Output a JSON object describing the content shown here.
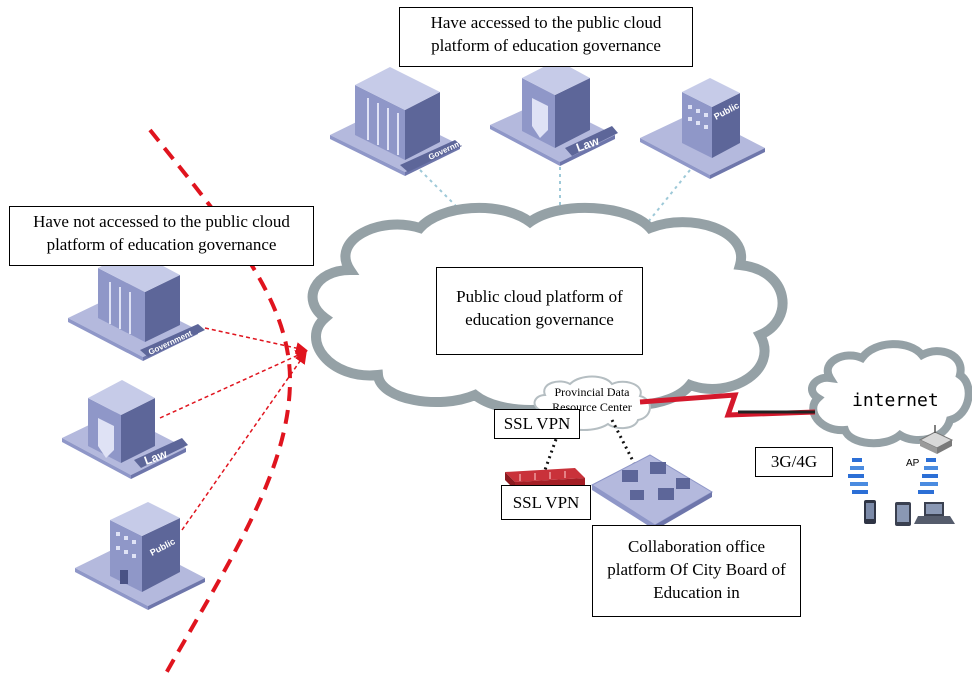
{
  "labels": {
    "accessed": "Have accessed to the public cloud platform of education governance",
    "not_accessed": "Have not accessed to the public cloud platform of education governance",
    "public_cloud": "Public cloud platform of education governance",
    "provincial_dc": "Provincial Data Resource Center",
    "ssl_vpn_top": "SSL VPN",
    "ssl_vpn_bottom": "SSL VPN",
    "internet": "internet",
    "mobile": "3G/4G",
    "city_platform": "Collaboration office platform Of City Board of Education in",
    "ap": "AP"
  },
  "building_signs": {
    "government": "Government",
    "law": "Law",
    "public": "Public"
  },
  "colors": {
    "building_face": "#8f97c8",
    "building_side": "#5d6699",
    "building_base": "#b4b9dd",
    "cloud_stroke": "#95a1a6",
    "boundary_red": "#e0141e",
    "link_dotted_blue": "#9ec9d8",
    "wan_red": "#d4182c",
    "firewall_red": "#b81e24"
  }
}
